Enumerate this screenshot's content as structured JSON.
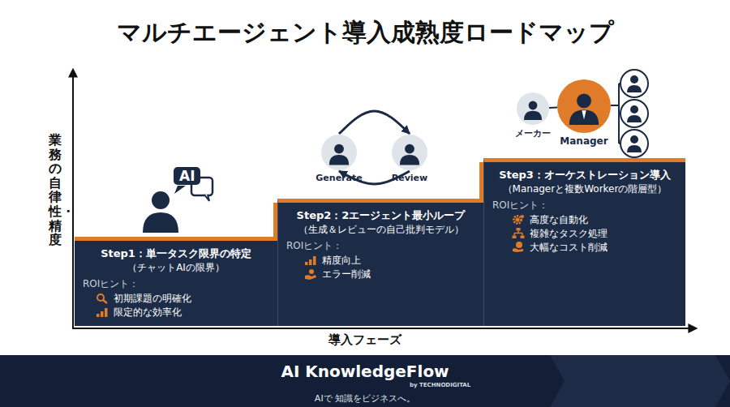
{
  "diagram": {
    "title": "マルチエージェント導入成熟度ロードマップ",
    "nodes": [
      {
        "text": [
          "メーカー"
        ]
      },
      {
        "text": [
          "Manager"
        ]
      },
      {
        "text": [
          "Generate"
        ]
      },
      {
        "text": [
          "Review"
        ]
      },
      {
        "text": [
          "AI"
        ]
      },
      {
        "text": [
          "Step1：単一タスク限界の特定",
          "（チャットAIの限界）",
          "ROIヒント：",
          "初期課題の明確化",
          "限定的な効率化"
        ]
      },
      {
        "text": [
          "Step2：2エージェント最小ループ",
          "（生成＆レビューの自己批判モデル）",
          "ROIヒント：",
          "精度向上",
          "エラー削減"
        ]
      },
      {
        "text": [
          "Step3：オーケストレーション導入",
          "（Managerと複数Workerの階層型）",
          "ROIヒント：",
          "高度な自動化",
          "複雑なタスク処理",
          "大幅なコスト削減"
        ]
      },
      {
        "text": [
          "AI KnowledgeFlow",
          "by TECHNODIGITAL",
          "AIで 知識をビジネスへ。"
        ]
      }
    ],
    "edges": [
      {
        "from": 2,
        "to": 3,
        "arrow": "to"
      },
      {
        "from": 3,
        "to": 2,
        "arrow": "to"
      },
      {
        "from": 0,
        "to": 1,
        "arrow": "none"
      }
    ],
    "labels": [
      "業務の自律性・精度",
      "導入フェーズ"
    ]
  }
}
